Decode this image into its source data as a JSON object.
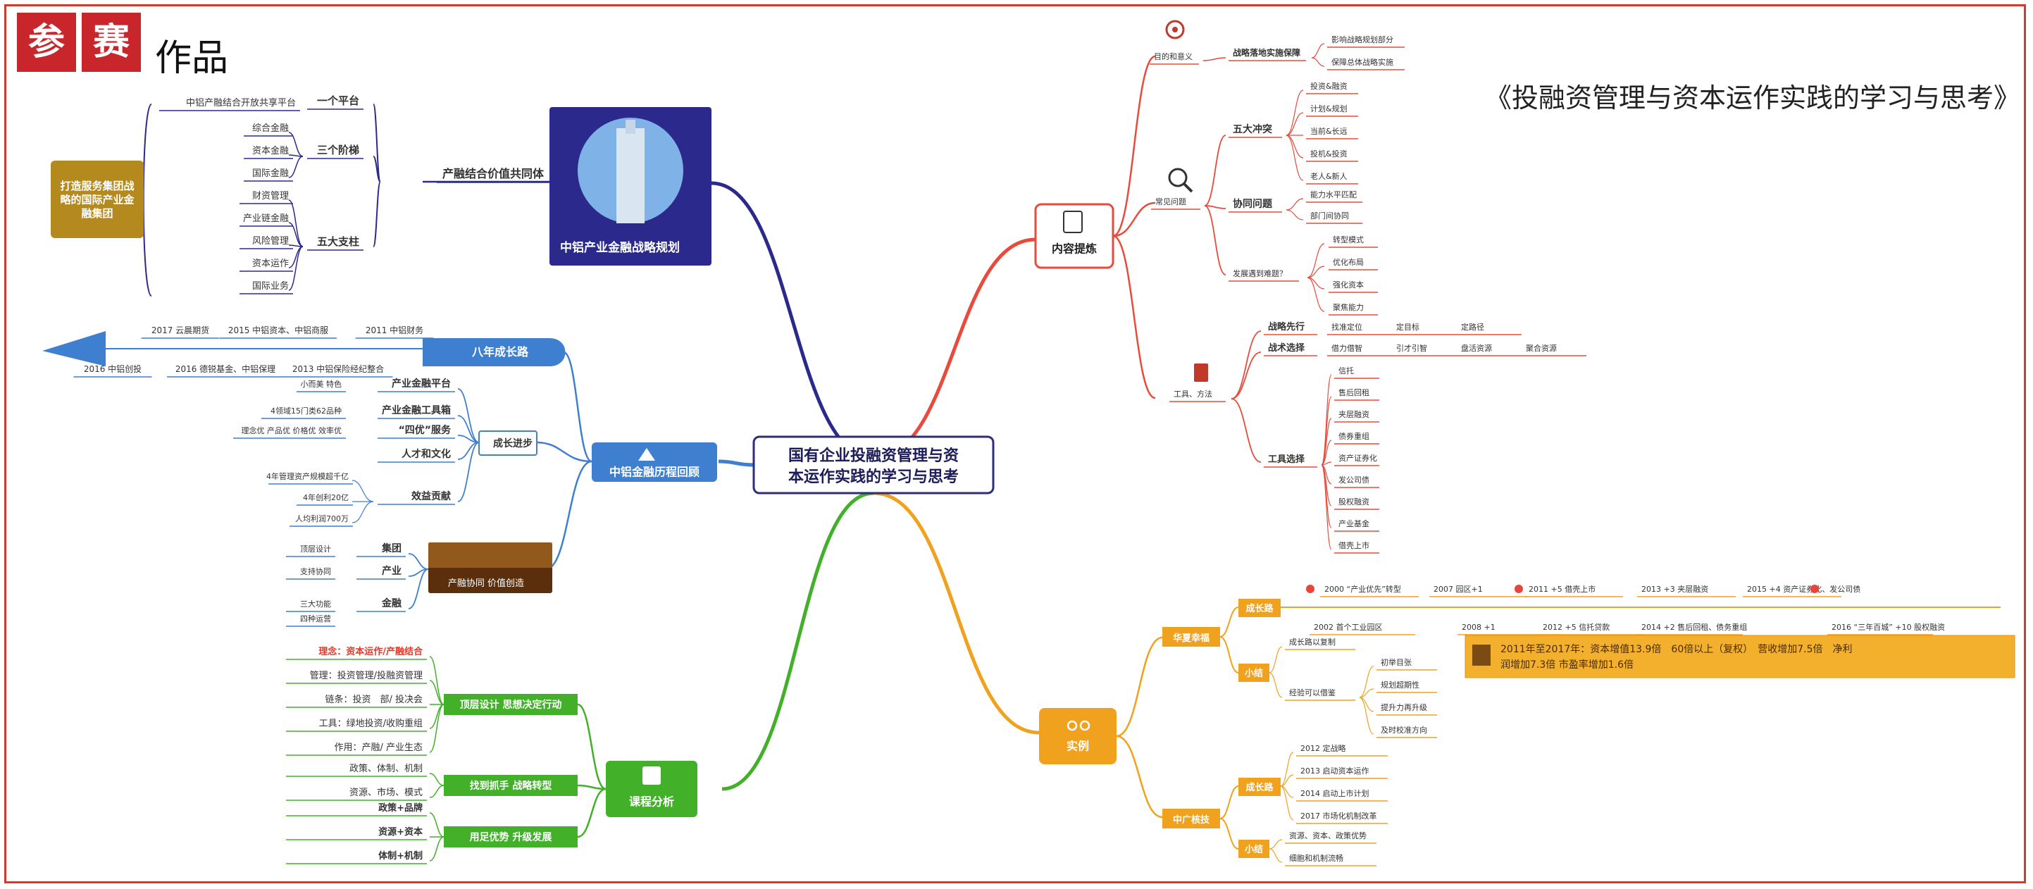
{
  "header": {
    "badge1": "参",
    "badge2": "赛",
    "suffix": "作品",
    "doc_title": "《投融资管理与资本运作实践的学习与思考》"
  },
  "colors": {
    "border": "#d23a2e",
    "navy": "#2b2a8c",
    "blue": "#3f7fd0",
    "green": "#43b02a",
    "red": "#e84b3c",
    "orange": "#f0a21e",
    "gold": "#b48a1e"
  },
  "center": {
    "label": "国有企业投融资管理与资本运作实践的学习与思考"
  },
  "topics": {
    "strategy": "中铝产业金融战略规划",
    "history": "中铝金融历程回顾",
    "course": "课程分析",
    "content": "内容提炼",
    "cases": "实例"
  },
  "strategy": {
    "goal": "打造服务集团战略的国际产业金融集团",
    "community": "产融结合价值共同体",
    "platform": "一个平台",
    "platform_leaf": "中铝产融结合开放共享平台",
    "ladders": "三个阶梯",
    "ladder_leaves": [
      "综合金融",
      "资本金融",
      "国际金融"
    ],
    "pillars": "五大支柱",
    "pillar_leaves": [
      "财资管理",
      "产业链金融",
      "风险管理",
      "资本运作",
      "国际业务"
    ]
  },
  "history": {
    "eight_years": "八年成长路",
    "eight_leaves": [
      "2017 云晨期货",
      "2015 中铝资本、中铝商服",
      "2011 中铝财务",
      "2016 中铝创投",
      "2016 德锐基金、中铝保理",
      "2013 中铝保险经纪整合"
    ],
    "progress": "成长进步",
    "progress_items": [
      {
        "label": "产业金融平台",
        "leaf": "小而美 特色"
      },
      {
        "label": "产业金融工具箱",
        "leaf": "4领域15门类62品种"
      },
      {
        "label": "“四优”服务",
        "leaf": "理念优 产品优 价格优 效率优"
      },
      {
        "label": "人才和文化",
        "leaf": ""
      },
      {
        "label": "效益贡献",
        "leaf": ""
      }
    ],
    "benefit_leaves": [
      "4年管理资产规模超千亿",
      "4年创利20亿",
      "人均利润700万"
    ],
    "synergy": "产融协同 价值创造",
    "synergy_items": [
      {
        "label": "集团",
        "leaf": "顶层设计"
      },
      {
        "label": "产业",
        "leaf": "支持协同"
      },
      {
        "label": "金融",
        "leaf": "三大功能"
      }
    ],
    "finance_leaf2": "四种运营"
  },
  "course": {
    "top": "顶层设计 思想决定行动",
    "top_leaves": [
      "理念：资本运作/产融结合",
      "管理：投资管理/投融资管理",
      "链条：投资　部/ 投决会",
      "工具：绿地投资/收购重组",
      "作用：产融/ 产业生态"
    ],
    "transform": "找到抓手 战略转型",
    "transform_leaves": [
      "政策、体制、机制",
      "资源、市场、模式"
    ],
    "advantage": "用足优势 升级发展",
    "advantage_leaves": [
      "政策+品牌",
      "资源+资本",
      "体制+机制"
    ]
  },
  "content": {
    "meaning": "目的和意义",
    "meaning_sub": "战略落地实施保障",
    "meaning_leaves": [
      "影响战略规划部分",
      "保障总体战略实施"
    ],
    "problems": "常见问题",
    "conflicts": "五大冲突",
    "conflict_leaves": [
      "投资&融资",
      "计划&规划",
      "当前&长远",
      "投机&投资",
      "老人&新人"
    ],
    "coord": "协同问题",
    "coord_leaves": [
      "能力水平匹配",
      "部门间协同"
    ],
    "develop": "发展遇到难题？",
    "develop_leaves": [
      "转型模式",
      "优化布局",
      "强化资本",
      "聚焦能力"
    ],
    "tools": "工具、方法",
    "first": "战略先行",
    "first_leaves": [
      "找准定位",
      "定目标",
      "定路径"
    ],
    "tactic": "战术选择",
    "tactic_leaves": [
      "借力借智",
      "引才引智",
      "盘活资源",
      "聚合资源"
    ],
    "tool_select": "工具选择",
    "tool_leaves": [
      "信托",
      "售后回租",
      "夹层融资",
      "债券重组",
      "资产证券化",
      "发公司债",
      "股权融资",
      "产业基金",
      "借壳上市"
    ]
  },
  "cases": {
    "hualu": "华夏幸福",
    "growth": "成长路",
    "timeline_top": [
      "2000 “产业优先”转型",
      "2007 园区+1",
      "2011 +5 借壳上市",
      "2013 +3 夹层融资",
      "2015 +4 资产证券化、发公司债"
    ],
    "timeline_bottom": [
      "2002 首个工业园区",
      "2008 +1",
      "2012 +5 信托贷款",
      "2014 +2 售后回租、债务重组",
      "2016 “三年百城” +10 股权融资"
    ],
    "summary1": "小结",
    "summary1_leaves": [
      "成长路以复制",
      "经验可以借鉴"
    ],
    "summary1_sub": [
      "初举目张",
      "规划超期性",
      "提升力再升级",
      "及时校准方向"
    ],
    "highlight": "2011年至2017年：资本增值13.9倍　60倍以上（复权）　营收增加7.5倍　净利润增加7.3倍 市盈率增加1.6倍",
    "cgn": "中广核技",
    "cgn_growth": "成长路",
    "cgn_leaves": [
      "2012 定战略",
      "2013 启动资本运作",
      "2014 启动上市计划",
      "2017 市场化机制改革"
    ],
    "summary2": "小结",
    "summary2_leaves": [
      "资源、资本、政策优势",
      "细胞和机制流畅"
    ]
  }
}
